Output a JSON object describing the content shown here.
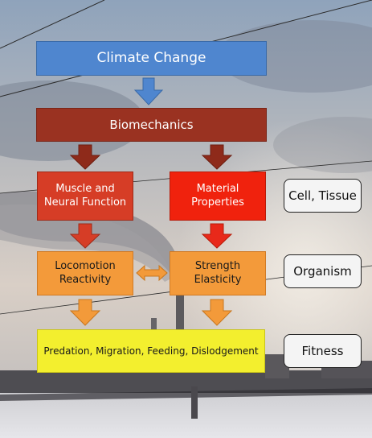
{
  "diagram": {
    "nodes": {
      "climate_change": "Climate Change",
      "biomechanics": "Biomechanics",
      "muscle_neural": "Muscle and\nNeural Function",
      "material_properties": "Material\nProperties",
      "locomotion_reactivity": "Locomotion\nReactivity",
      "strength_elasticity": "Strength\nElasticity",
      "outcomes": "Predation, Migration, Feeding, Dislodgement"
    },
    "levels": {
      "cell_tissue": "Cell, Tissue",
      "organism": "Organism",
      "fitness": "Fitness"
    },
    "colors": {
      "blue": "#4f86cf",
      "dark_red": "#9a3221",
      "red": "#d63d26",
      "bright_red": "#f0220d",
      "orange": "#f39a3a",
      "yellow": "#f3ef2e"
    }
  }
}
